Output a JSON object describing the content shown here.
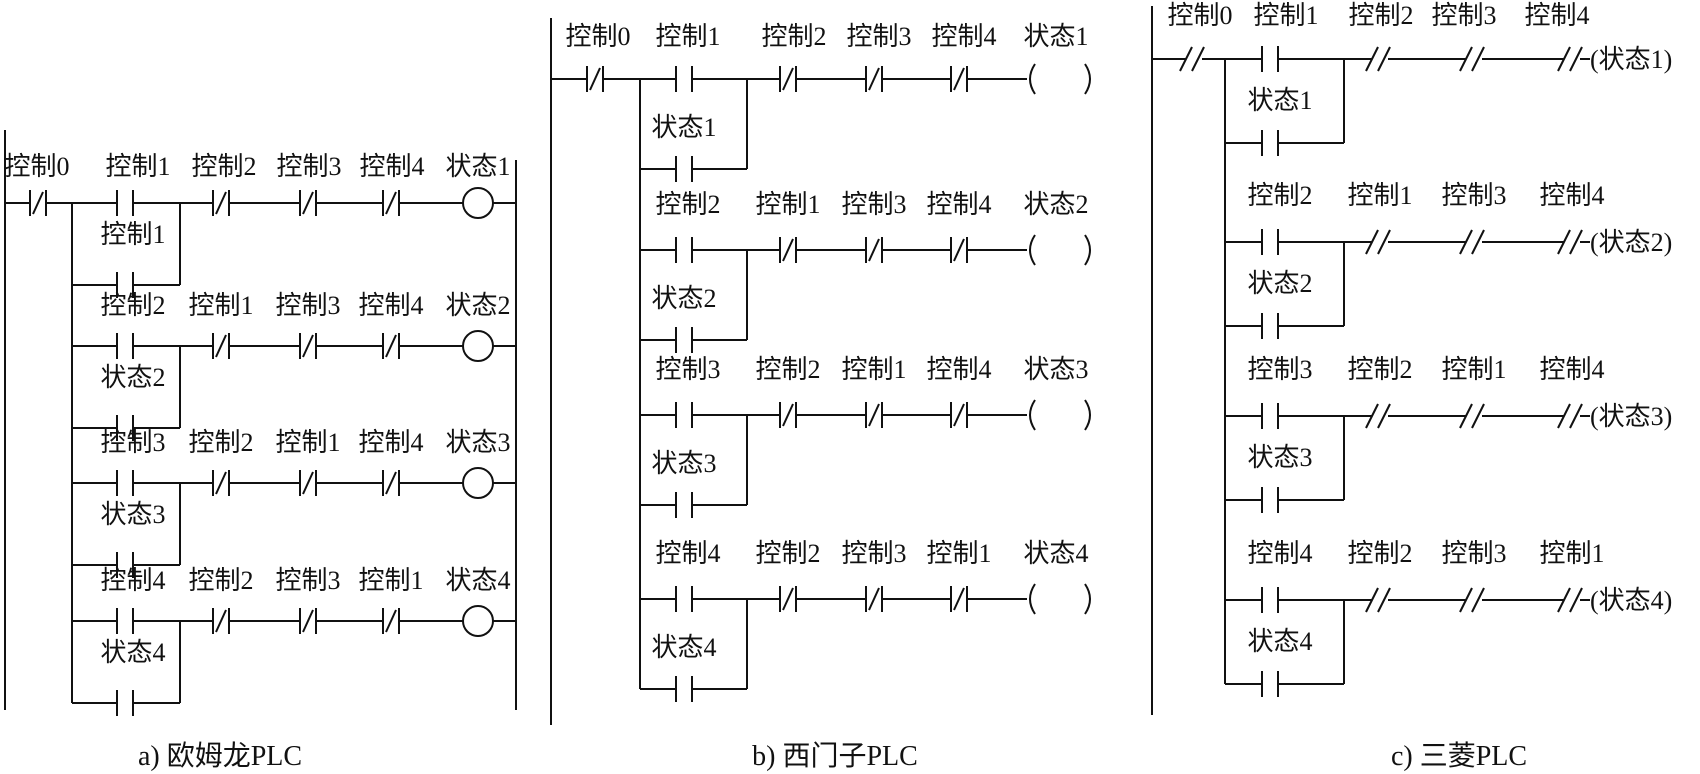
{
  "panels": [
    {
      "id": "omron",
      "caption": "a) 欧姆龙PLC",
      "header": [
        "控制0",
        "控制1",
        "控制2",
        "控制3",
        "控制4",
        "状态1"
      ],
      "rungs": [
        {
          "main": "控制1",
          "seal": "控制1",
          "nc": [
            "控制2",
            "控制3",
            "控制4"
          ],
          "coil": "状态1"
        },
        {
          "main": "控制2",
          "seal": "状态2",
          "nc": [
            "控制1",
            "控制3",
            "控制4"
          ],
          "coil": "状态2"
        },
        {
          "main": "控制3",
          "seal": "状态3",
          "nc": [
            "控制2",
            "控制1",
            "控制4"
          ],
          "coil": "状态3"
        },
        {
          "main": "控制4",
          "seal": "状态4",
          "nc": [
            "控制2",
            "控制3",
            "控制1"
          ],
          "coil": "状态4"
        }
      ]
    },
    {
      "id": "siemens",
      "caption": "b) 西门子PLC",
      "header": [
        "控制0",
        "控制1",
        "控制2",
        "控制3",
        "控制4",
        "状态1"
      ],
      "rungs": [
        {
          "main": "控制1",
          "seal": "状态1",
          "nc": [
            "控制2",
            "控制3",
            "控制4"
          ],
          "coil": "状态1"
        },
        {
          "main": "控制2",
          "seal": "状态2",
          "nc": [
            "控制1",
            "控制3",
            "控制4"
          ],
          "coil": "状态2"
        },
        {
          "main": "控制3",
          "seal": "状态3",
          "nc": [
            "控制2",
            "控制1",
            "控制4"
          ],
          "coil": "状态3"
        },
        {
          "main": "控制4",
          "seal": "状态4",
          "nc": [
            "控制2",
            "控制3",
            "控制1"
          ],
          "coil": "状态4"
        }
      ]
    },
    {
      "id": "mitsubishi",
      "caption": "c) 三菱PLC",
      "header": [
        "控制0",
        "控制1",
        "控制2",
        "控制3",
        "控制4"
      ],
      "rungs": [
        {
          "main": "控制1",
          "seal": "状态1",
          "nc": [
            "控制2",
            "控制3",
            "控制4"
          ],
          "coil": "(状态1)"
        },
        {
          "main": "控制2",
          "seal": "状态2",
          "nc": [
            "控制1",
            "控制3",
            "控制4"
          ],
          "coil": "(状态2)"
        },
        {
          "main": "控制3",
          "seal": "状态3",
          "nc": [
            "控制2",
            "控制1",
            "控制4"
          ],
          "coil": "(状态3)"
        },
        {
          "main": "控制4",
          "seal": "状态4",
          "nc": [
            "控制2",
            "控制3",
            "控制1"
          ],
          "coil": "(状态4)"
        }
      ]
    }
  ]
}
